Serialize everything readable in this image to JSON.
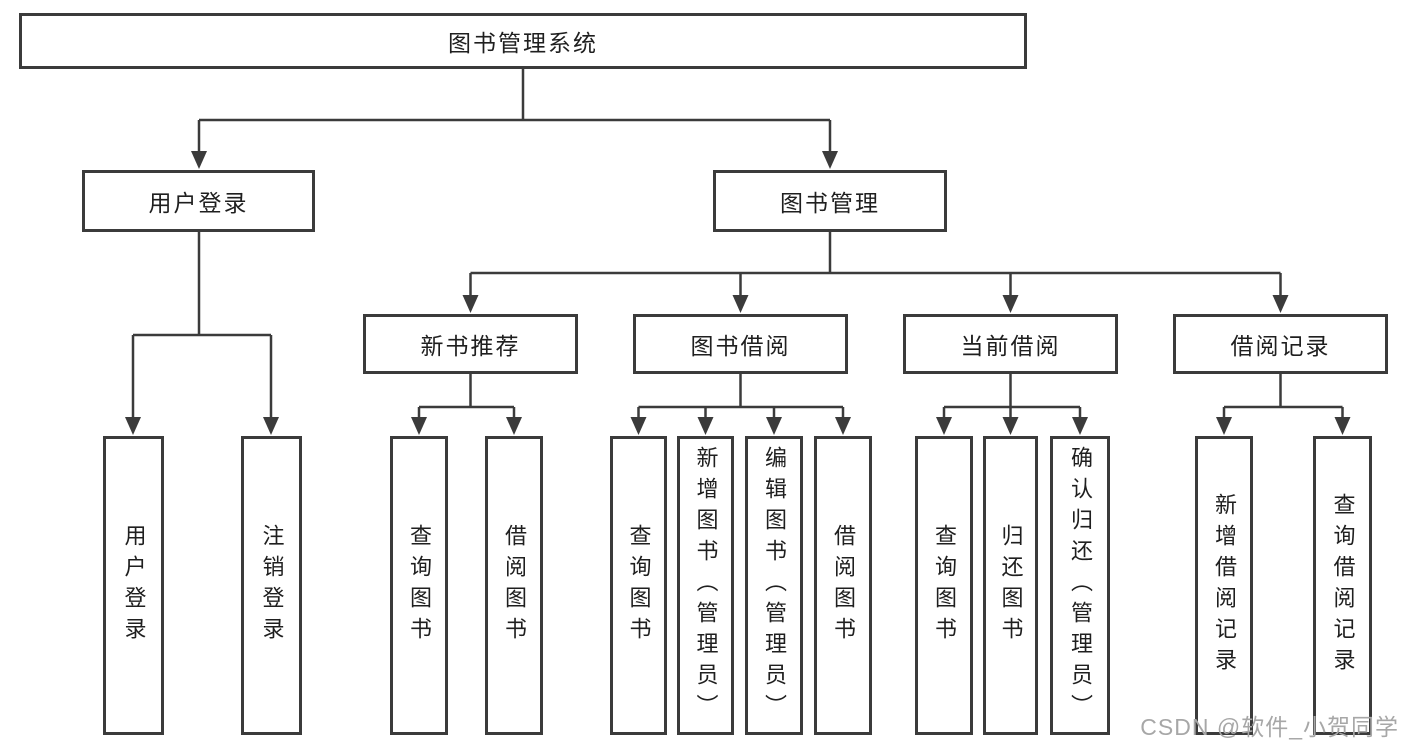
{
  "diagram": {
    "root": {
      "label": "图书管理系统"
    },
    "branches": [
      {
        "label": "用户登录",
        "children": [
          {
            "label": "用户登录"
          },
          {
            "label": "注销登录"
          }
        ]
      },
      {
        "label": "图书管理",
        "children": [
          {
            "label": "新书推荐",
            "children": [
              {
                "label": "查询图书"
              },
              {
                "label": "借阅图书"
              }
            ]
          },
          {
            "label": "图书借阅",
            "children": [
              {
                "label": "查询图书"
              },
              {
                "label": "新增图书（管理员）"
              },
              {
                "label": "编辑图书（管理员）"
              },
              {
                "label": "借阅图书"
              }
            ]
          },
          {
            "label": "当前借阅",
            "children": [
              {
                "label": "查询图书"
              },
              {
                "label": "归还图书"
              },
              {
                "label": "确认归还（管理员）"
              }
            ]
          },
          {
            "label": "借阅记录",
            "children": [
              {
                "label": "新增借阅记录"
              },
              {
                "label": "查询借阅记录"
              }
            ]
          }
        ]
      }
    ],
    "watermark": "CSDN @软件_小贺同学",
    "colors": {
      "line": "#3b3b3b",
      "box_border": "#3b3b3b",
      "text": "#1f1f1f",
      "watermark": "#a7a7a7",
      "background": "#ffffff"
    }
  }
}
